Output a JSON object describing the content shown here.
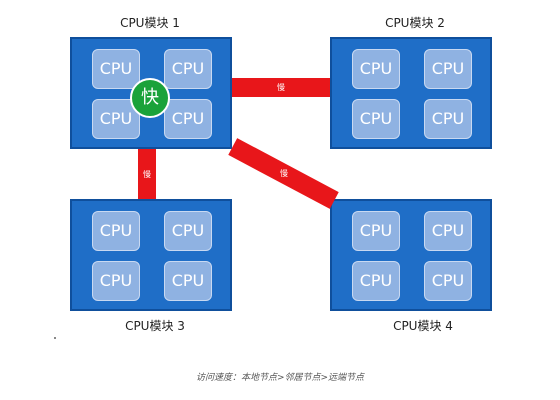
{
  "modules": [
    {
      "label": "CPU模块 1",
      "cpus": [
        "CPU",
        "CPU",
        "CPU",
        "CPU"
      ]
    },
    {
      "label": "CPU模块 2",
      "cpus": [
        "CPU",
        "CPU",
        "CPU",
        "CPU"
      ]
    },
    {
      "label": "CPU模块 3",
      "cpus": [
        "CPU",
        "CPU",
        "CPU",
        "CPU"
      ]
    },
    {
      "label": "CPU模块 4",
      "cpus": [
        "CPU",
        "CPU",
        "CPU",
        "CPU"
      ]
    }
  ],
  "fast_badge": "快",
  "links": {
    "horizontal": "慢",
    "vertical": "慢",
    "diagonal": "慢"
  },
  "caption": "访问速度：本地节点>邻居节点>远端节点",
  "colors": {
    "module_fill": "#1f6ec7",
    "cpu_fill": "#8fb2e2",
    "link_red": "#e8161a",
    "badge_green": "#1aa23a"
  }
}
